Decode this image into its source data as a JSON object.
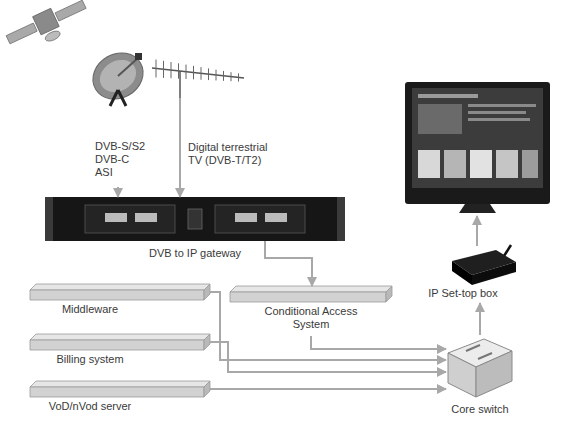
{
  "diagram": {
    "nodes": [
      {
        "text": [
          "DVB-S/S2 DVB-C ASI"
        ]
      },
      {
        "text": [
          "Digital terrestrial TV (DVB-T/T2)"
        ]
      },
      {
        "text": [
          "DVB to IP gateway"
        ]
      },
      {
        "text": [
          "IP Set-top box"
        ]
      },
      {
        "text": [
          "Middleware"
        ]
      },
      {
        "text": [
          "Conditional Access System"
        ]
      },
      {
        "text": [
          "Billing system"
        ]
      },
      {
        "text": [
          "VoD/nVod server"
        ]
      },
      {
        "text": [
          "Core switch"
        ]
      }
    ],
    "edges": [
      {
        "from": 0,
        "to": 2,
        "arrow": "to"
      },
      {
        "from": 1,
        "to": 2,
        "arrow": "to"
      },
      {
        "from": 2,
        "to": 5,
        "arrow": "to"
      },
      {
        "from": 4,
        "to": 8,
        "arrow": "to"
      },
      {
        "from": 5,
        "to": 8,
        "arrow": "to"
      },
      {
        "from": 6,
        "to": 8,
        "arrow": "to"
      },
      {
        "from": 7,
        "to": 8,
        "arrow": "to"
      },
      {
        "from": 8,
        "to": 3,
        "arrow": "to"
      }
    ]
  }
}
